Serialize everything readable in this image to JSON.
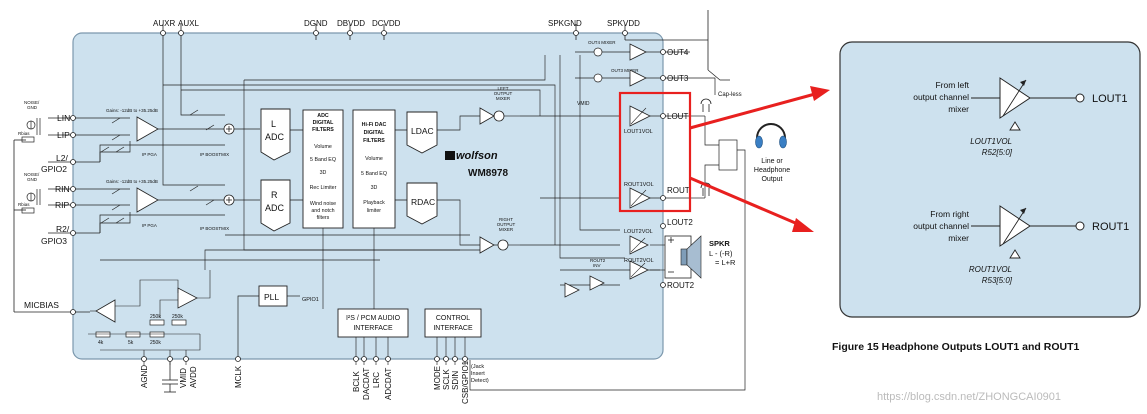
{
  "chip": {
    "top_pins": [
      "AUXR",
      "AUXL",
      "DGND",
      "DBVDD",
      "DCVDD",
      "SPKGND",
      "SPKVDD"
    ],
    "left_pins": {
      "lin": "LIN",
      "lip": "LIP",
      "l2": "L2/",
      "gpio2": "GPIO2",
      "rin": "RIN",
      "rip": "RIP",
      "r2": "R2/",
      "gpio3": "GPIO3",
      "micbias": "MICBIAS"
    },
    "bottom_pins": [
      "AGND",
      "VMID",
      "AVDD",
      "MCLK",
      "BCLK",
      "DACDAT",
      "LRC",
      "ADCDAT",
      "MODE",
      "SCLK",
      "SDIN",
      "CSB/GPIO1"
    ],
    "jack_note": "(Jack Insert Detect)",
    "right_outputs": {
      "out4": "OUT4",
      "out3": "OUT3",
      "lout1": "LOUT1",
      "rout1": "ROUT1",
      "lout2": "LOUT2",
      "rout2": "ROUT2"
    },
    "blocks": {
      "l_adc": [
        "L",
        "ADC"
      ],
      "r_adc": [
        "R",
        "ADC"
      ],
      "adc_filters": [
        "ADC",
        "DIGITAL",
        "FILTERS",
        "Volume",
        "5 Band EQ",
        "3D",
        "Rec Limiter",
        "Wind noise",
        "and notch",
        "filters"
      ],
      "dac_filters": [
        "Hi-Fi DAC",
        "DIGITAL",
        "FILTERS",
        "Volume",
        "5 Band EQ",
        "3D",
        "Playback",
        "limiter"
      ],
      "ldac": "LDAC",
      "rdac": "RDAC",
      "pll": "PLL",
      "pll_gpio": "GPIO1",
      "i2s": [
        "I²S / PCM AUDIO",
        "INTERFACE"
      ],
      "control": [
        "CONTROL",
        "INTERFACE"
      ]
    },
    "brand": "wolfson",
    "part": "WM8978",
    "small": {
      "gains_top": "Gains: -12dB to +35.25dB",
      "gains_bot": "Gains: -12dB to +35.25dB",
      "ip_pga": "IP PGA",
      "ip_boostmix": "IP BOOSTMIX",
      "left_out_mixer": [
        "LEFT",
        "OUTPUT",
        "MIXER"
      ],
      "right_out_mixer": [
        "RIGHT",
        "OUTPUT",
        "MIXER"
      ],
      "out4_mixer": "OUT4 MIXER",
      "out3_mixer": "OUT3 MIXER",
      "vmid": "VMID",
      "lout1vol": "LOUT1VOL",
      "rout1vol": "ROUT1VOL",
      "lout2vol": "LOUT2VOL",
      "rout2vol": "ROUT2VOL",
      "rout2_inv": [
        "ROUT2",
        "INV"
      ],
      "lout": "LOUT",
      "rout": "ROUT",
      "cap_less": "Cap-less",
      "line_or_hp": [
        "Line or",
        "Headphone",
        "Output"
      ],
      "spkr": [
        "SPKR",
        "L - (-R)",
        "= L+R"
      ],
      "mic_l": [
        "NOISE/",
        "GND"
      ],
      "mic_r": [
        "NOISE/",
        "GND"
      ],
      "rbias": "Rbias",
      "res": [
        "4k",
        "5k",
        "250k",
        "250k",
        "250k"
      ]
    }
  },
  "detail": {
    "left_text": [
      "From left",
      "output channel",
      "mixer"
    ],
    "left_vol": [
      "LOUT1VOL",
      "R52[5:0]"
    ],
    "left_pin": "LOUT1",
    "right_text": [
      "From right",
      "output channel",
      "mixer"
    ],
    "right_vol": [
      "ROUT1VOL",
      "R53[5:0]"
    ],
    "right_pin": "ROUT1"
  },
  "caption": "Figure 15  Headphone Outputs LOUT1 and ROUT1",
  "watermark": "https://blog.csdn.net/ZHONGCAI0901",
  "colors": {
    "chip_fill": "#cde1ee",
    "chip_stroke": "#7c98ad",
    "highlight": "#e8201f",
    "line": "#222222"
  }
}
